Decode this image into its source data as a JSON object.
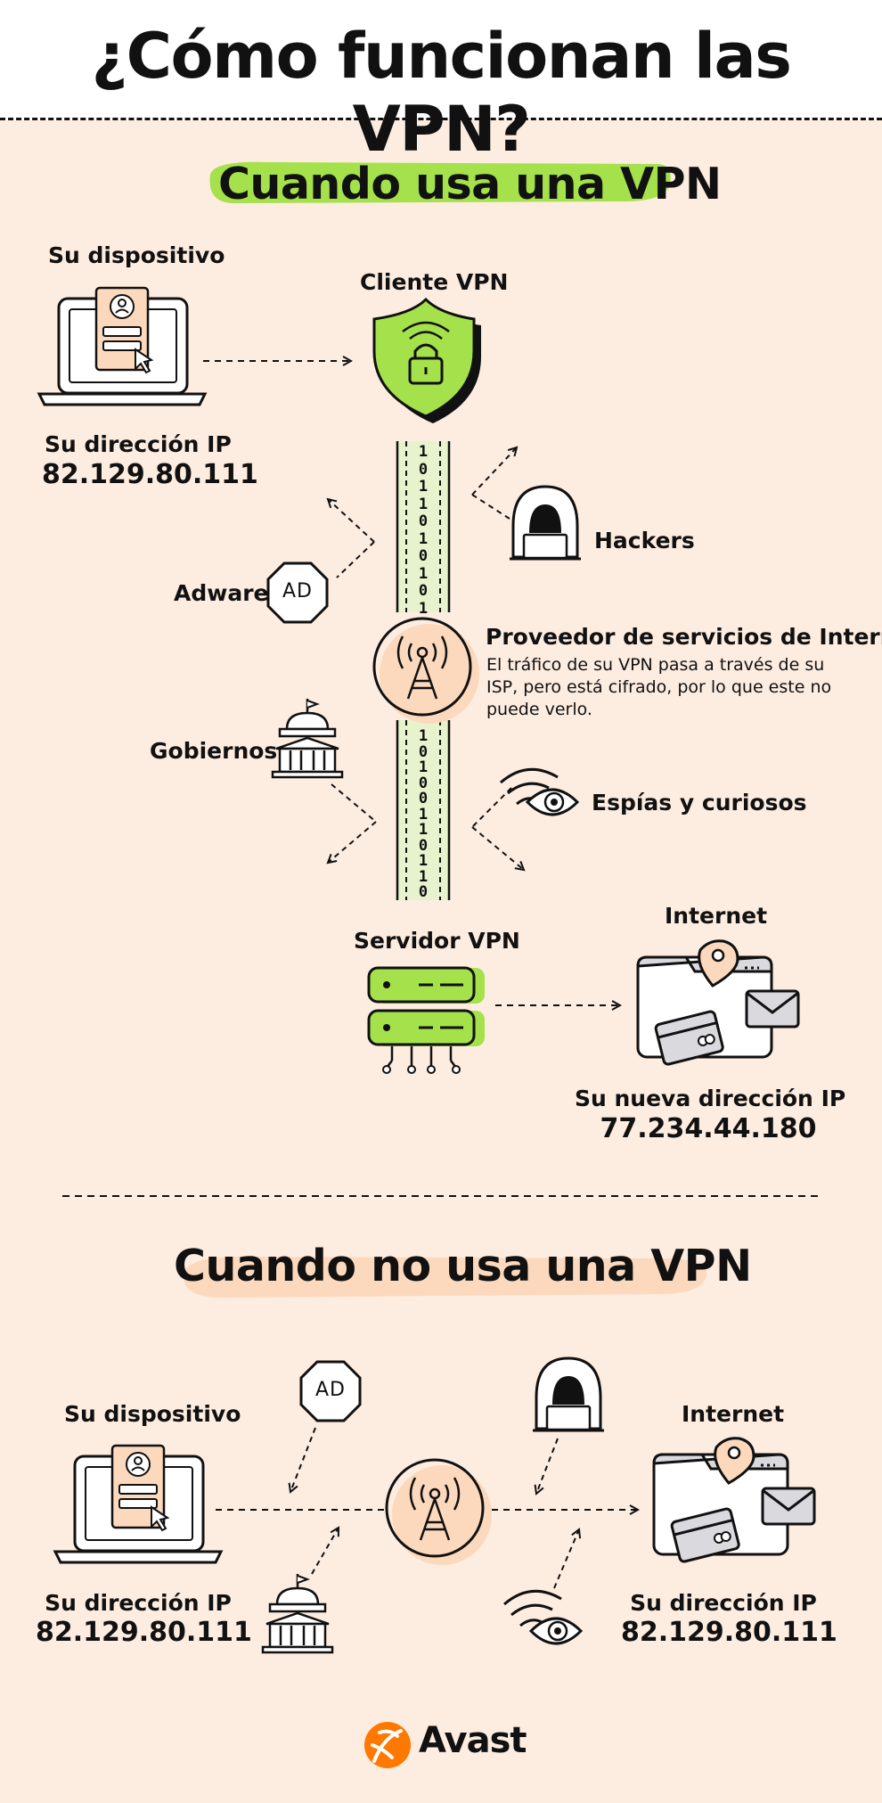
{
  "title": "¿Cómo funcionan las VPN?",
  "with_vpn": {
    "heading": "Cuando usa una VPN",
    "device_label": "Su dispositivo",
    "client_label": "Cliente VPN",
    "ip_label": "Su dirección IP",
    "ip_value": "82.129.80.111",
    "hackers_label": "Hackers",
    "adware_label": "Adware",
    "ad_badge": "AD",
    "isp_title": "Proveedor de servicios de Internet",
    "isp_desc": "El tráfico de su VPN pasa a través de su ISP, pero está cifrado, por lo que este no puede verlo.",
    "gov_label": "Gobiernos",
    "spies_label": "Espías y curiosos",
    "server_label": "Servidor VPN",
    "internet_label": "Internet",
    "new_ip_label": "Su nueva dirección IP",
    "new_ip_value": "77.234.44.180",
    "binary_top": "1011010101",
    "binary_bottom": "10100110110"
  },
  "without_vpn": {
    "heading": "Cuando no usa una VPN",
    "device_label": "Su dispositivo",
    "internet_label": "Internet",
    "ad_badge": "AD",
    "ip_label_left": "Su dirección IP",
    "ip_value_left": "82.129.80.111",
    "ip_label_right": "Su dirección IP",
    "ip_value_right": "82.129.80.111"
  },
  "brand": "Avast",
  "colors": {
    "background": "#fdece0",
    "green": "#a4e14a",
    "peach": "#fcd9bd",
    "ink": "#111111"
  }
}
